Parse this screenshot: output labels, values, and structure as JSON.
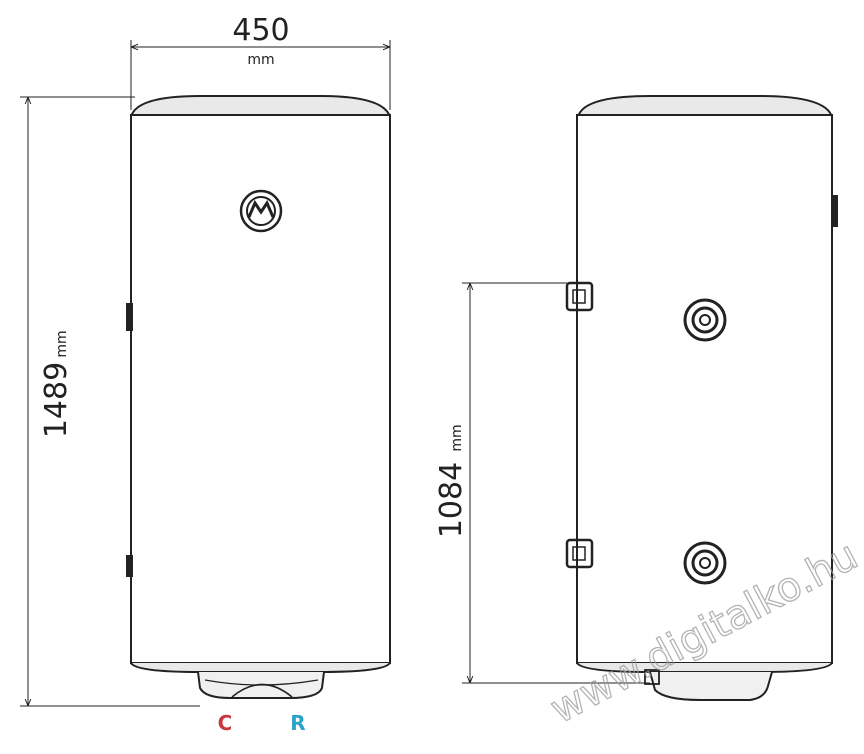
{
  "dimensions": {
    "width": {
      "value": "450",
      "unit": "mm"
    },
    "height": {
      "value": "1489",
      "unit": "mm"
    },
    "bracket_spacing": {
      "value": "1084",
      "unit": "mm"
    }
  },
  "connections": [
    {
      "label": "C",
      "color": "#c8393f"
    },
    {
      "label": "R",
      "color": "#2aa3c9"
    }
  ],
  "watermark": "www.digitalko.hu",
  "colors": {
    "line": "#222222",
    "shade": "#e6e6e6"
  }
}
